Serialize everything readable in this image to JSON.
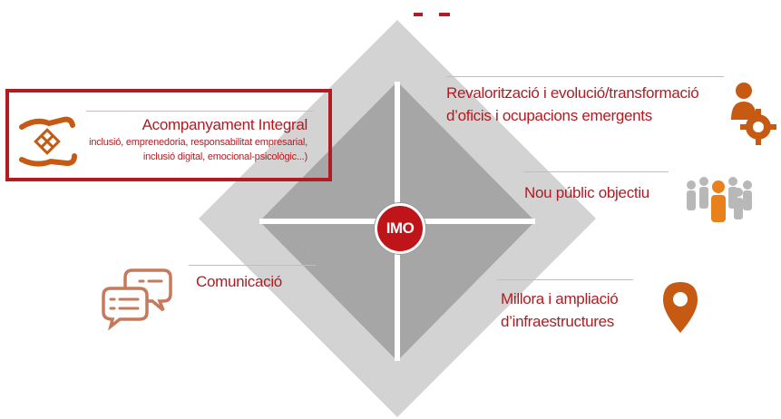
{
  "center": {
    "label": "IMO"
  },
  "items": {
    "acompanyament": {
      "title": "Acompanyament Integral",
      "subtitle_line1": "inclusió, emprenedoria, responsabilitat empresarial,",
      "subtitle_line2": "inclusió digital, emocional-psicològic...)"
    },
    "revaloritzacio": {
      "line1": "Revalorització i evolució/transformació",
      "line2": "d’oficis i ocupacions emergents"
    },
    "nou_public": {
      "label": "Nou públic objectiu"
    },
    "comunicacio": {
      "label": "Comunicació"
    },
    "millora": {
      "line1": "Millora i ampliació",
      "line2": "d’infraestructures"
    }
  },
  "colors": {
    "accent": "#b01c22",
    "icon_orange": "#c65a12",
    "diamond_outer": "#d3d3d3",
    "diamond_inner": "#a6a6a6"
  },
  "icons": [
    "handshake-icon",
    "worker-gear-icon",
    "people-group-icon",
    "chat-bubbles-icon",
    "location-pin-icon"
  ]
}
